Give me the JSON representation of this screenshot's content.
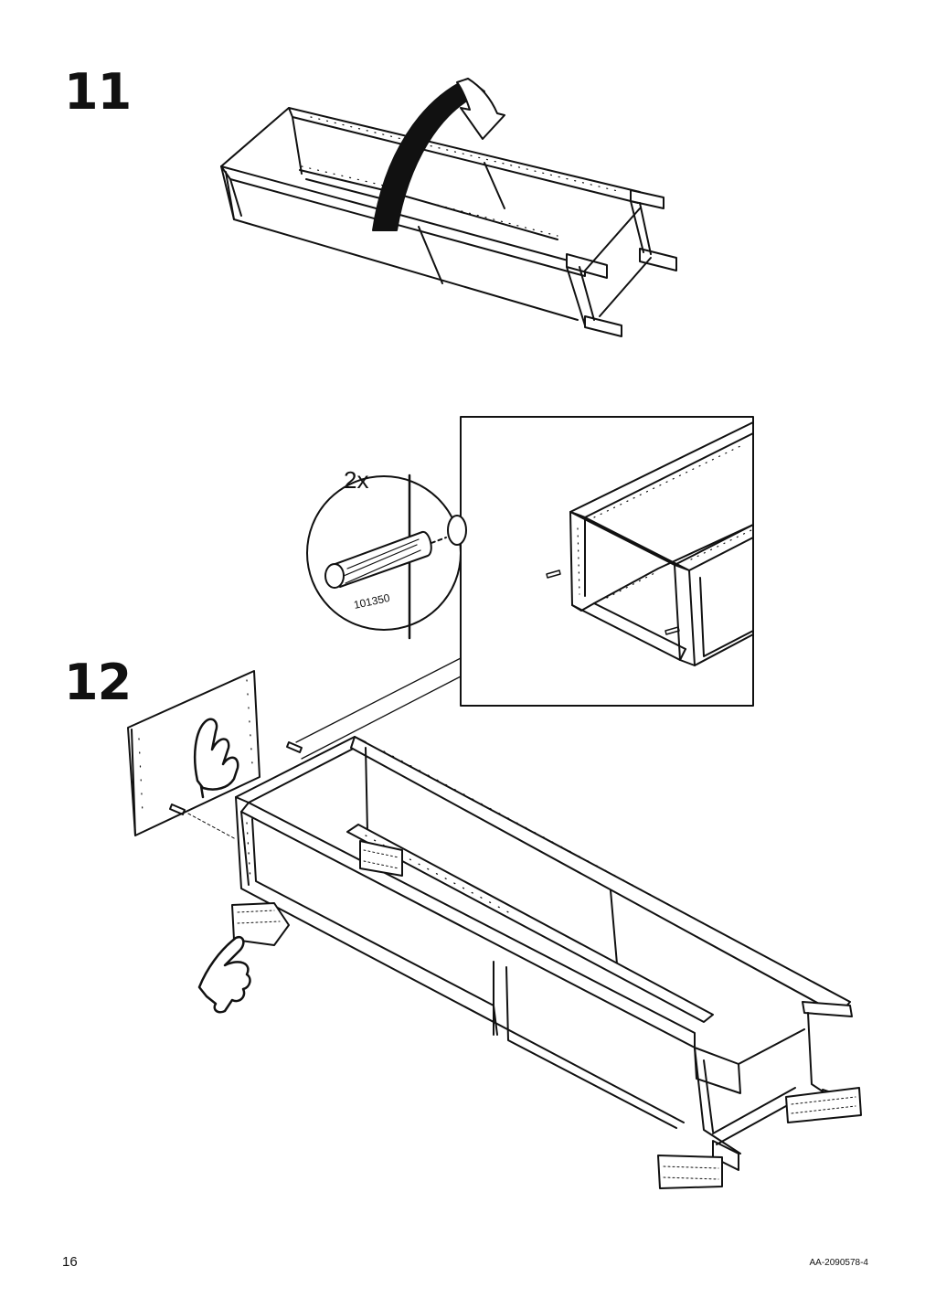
{
  "steps": [
    {
      "number": "11"
    },
    {
      "number": "12"
    }
  ],
  "callout": {
    "quantity": "2x",
    "part_number": "101350"
  },
  "footer": {
    "page_number": "16",
    "document_id": "AA-2090578-4"
  }
}
